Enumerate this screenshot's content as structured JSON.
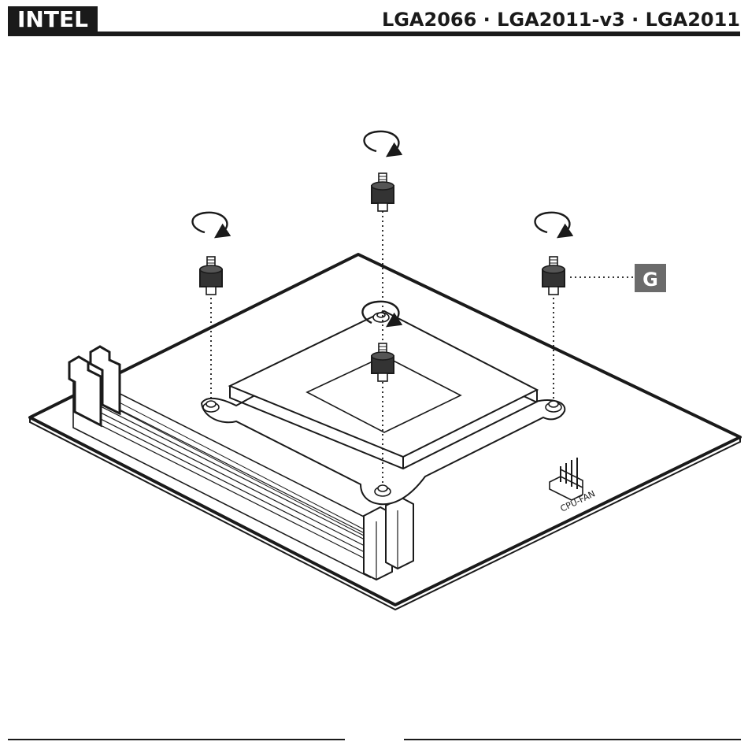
{
  "header": {
    "brand": "INTEL",
    "sockets": "LGA2066 · LGA2011-v3 · LGA2011"
  },
  "callout": {
    "label": "G"
  },
  "board": {
    "fan_header_label": "CPU-FAN"
  },
  "colors": {
    "ink": "#1a1a1a",
    "callout_bg": "#6b6b6b",
    "callout_text": "#ffffff",
    "standoff_body": "#333333",
    "paper": "#ffffff"
  },
  "icons": {
    "rotate": "rotate-arrow-icon",
    "standoff": "standoff-screw-icon"
  }
}
